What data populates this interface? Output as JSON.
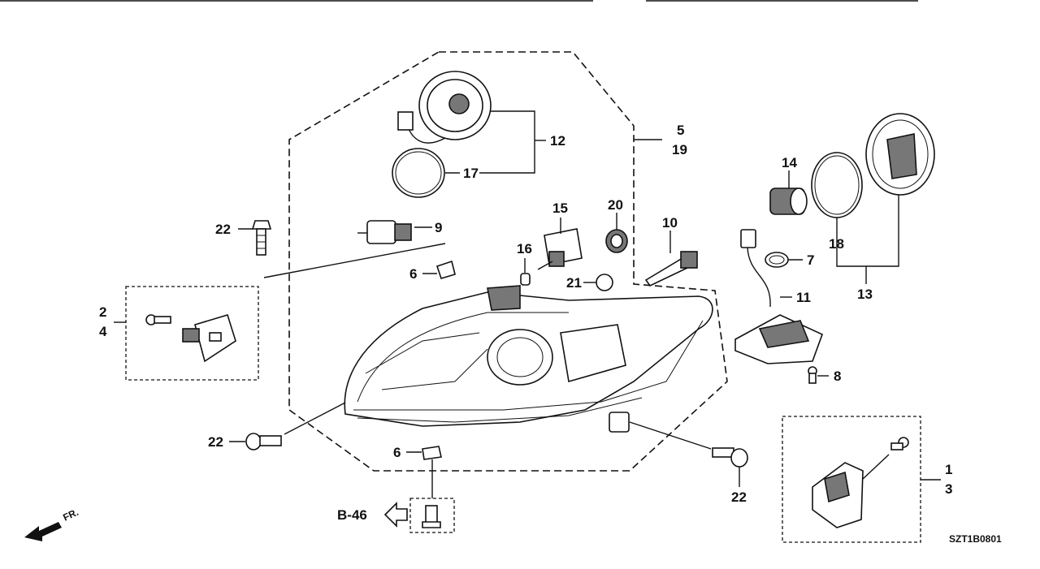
{
  "diagram": {
    "code": "SZT1B0801",
    "front_label": "FR.",
    "ref_label": "B-46",
    "callouts": {
      "c1": "1",
      "c2": "2",
      "c3": "3",
      "c4": "4",
      "c5": "5",
      "c6a": "6",
      "c6b": "6",
      "c7": "7",
      "c8": "8",
      "c9": "9",
      "c10": "10",
      "c11": "11",
      "c12": "12",
      "c13": "13",
      "c14": "14",
      "c15": "15",
      "c16": "16",
      "c17": "17",
      "c18": "18",
      "c19": "19",
      "c20": "20",
      "c21": "21",
      "c22a": "22",
      "c22b": "22",
      "c22c": "22"
    }
  }
}
